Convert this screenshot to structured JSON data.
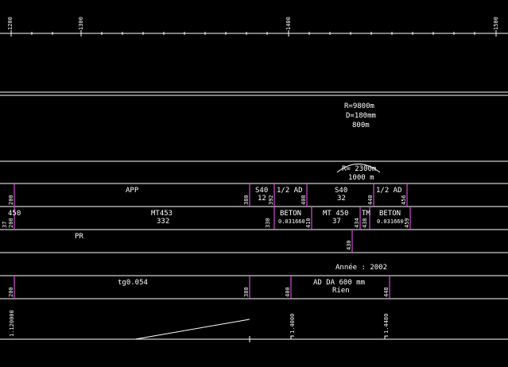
{
  "ruler": {
    "ticks": [
      "1200",
      "1300",
      "1400",
      "1500"
    ]
  },
  "courbe": {
    "r_label": "R=9800m",
    "d_label": "D=180mm",
    "l_label": "800m"
  },
  "profil": {
    "r_label": "R= 2300m",
    "l_label": "1000 m"
  },
  "couche1": {
    "segments": [
      {
        "label": "APP"
      },
      {
        "label": "S40",
        "sub": "12"
      },
      {
        "label": "1/2 AD"
      },
      {
        "label": "S40",
        "sub": "32"
      },
      {
        "label": "1/2 AD"
      }
    ],
    "marks": [
      "200",
      "380",
      "392",
      "408",
      "440",
      "456"
    ]
  },
  "couche2": {
    "segments": [
      {
        "label": "450"
      },
      {
        "label": "MT453",
        "sub": "332"
      },
      {
        "label": "BETON",
        "sub": "0.031660"
      },
      {
        "label": "MT 450",
        "sub": "37"
      },
      {
        "label": "TM"
      },
      {
        "label": "BETON",
        "sub": "0.031660"
      }
    ],
    "marks": [
      "37",
      "200",
      "330",
      "410",
      "434",
      "438",
      "459"
    ]
  },
  "couche3": {
    "label": "PR",
    "marks": [
      "430"
    ]
  },
  "annee": {
    "label": "Année : 2002"
  },
  "couche4": {
    "segments": [
      {
        "label": "tg0.054"
      },
      {
        "label": "AD DA 600 mm",
        "sub": "Rien"
      }
    ],
    "marks": [
      "200",
      "380",
      "400",
      "448"
    ]
  },
  "pk": {
    "labels": [
      "1.120000",
      "1.4000",
      "1.4480"
    ]
  }
}
